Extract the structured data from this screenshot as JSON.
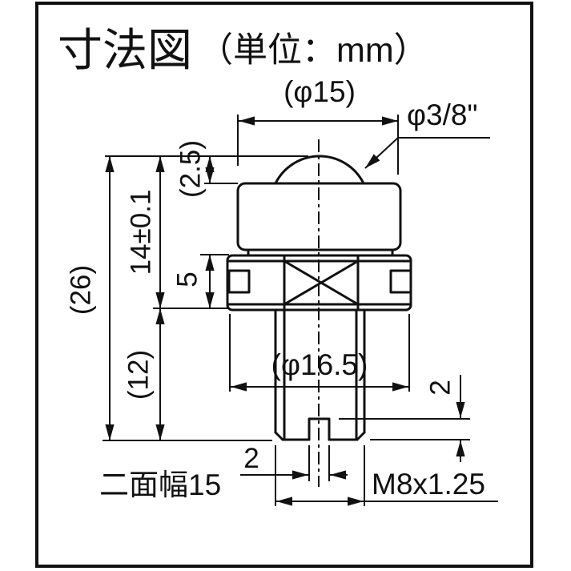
{
  "title": {
    "main": "寸法図",
    "unit": "（単位：mm）"
  },
  "dims": {
    "top_width": "(φ15)",
    "ball_dia": "φ3/8\"",
    "protrusion": "(2.5)",
    "height_upper": "14±0.1",
    "height_total": "(26)",
    "flange_height": "5",
    "thread_length": "(12)",
    "flange_dia": "(φ16.5)",
    "slot_width": "2",
    "slot_depth": "2",
    "thread_spec": "M8x1.25",
    "width_across_flats": "二面幅15"
  },
  "colors": {
    "line": "#111111",
    "background": "#ffffff"
  }
}
